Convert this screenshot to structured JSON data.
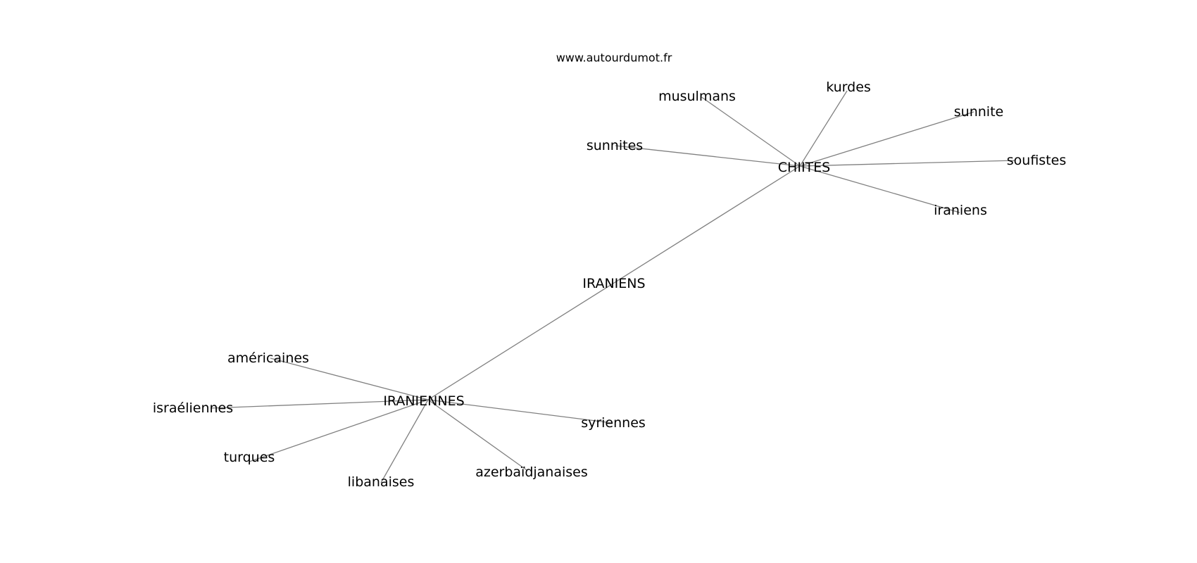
{
  "watermark": "www.autourdumot.fr",
  "colors": {
    "edge": "#808080",
    "label": "#000000",
    "background": "#ffffff"
  },
  "nodes": [
    {
      "id": "iraniens_center",
      "label": "IRANIENS"
    },
    {
      "id": "chiites",
      "label": "CHIITES"
    },
    {
      "id": "iraniennes",
      "label": "IRANIENNES"
    },
    {
      "id": "musulmans",
      "label": "musulmans"
    },
    {
      "id": "kurdes",
      "label": "kurdes"
    },
    {
      "id": "sunnite",
      "label": "sunnite"
    },
    {
      "id": "sunnites",
      "label": "sunnites"
    },
    {
      "id": "soufistes",
      "label": "soufistes"
    },
    {
      "id": "iraniens",
      "label": "iraniens"
    },
    {
      "id": "americaines",
      "label": "américaines"
    },
    {
      "id": "israeliennes",
      "label": "israéliennes"
    },
    {
      "id": "turques",
      "label": "turques"
    },
    {
      "id": "libanaises",
      "label": "libanaises"
    },
    {
      "id": "azerbaidjanaises",
      "label": "azerbaïdjanaises"
    },
    {
      "id": "syriennes",
      "label": "syriennes"
    }
  ],
  "edges": [
    [
      "chiites",
      "iraniennes"
    ],
    [
      "chiites",
      "musulmans"
    ],
    [
      "chiites",
      "kurdes"
    ],
    [
      "chiites",
      "sunnite"
    ],
    [
      "chiites",
      "sunnites"
    ],
    [
      "chiites",
      "soufistes"
    ],
    [
      "chiites",
      "iraniens"
    ],
    [
      "iraniennes",
      "americaines"
    ],
    [
      "iraniennes",
      "israeliennes"
    ],
    [
      "iraniennes",
      "turques"
    ],
    [
      "iraniennes",
      "libanaises"
    ],
    [
      "iraniennes",
      "azerbaidjanaises"
    ],
    [
      "iraniennes",
      "syriennes"
    ]
  ]
}
